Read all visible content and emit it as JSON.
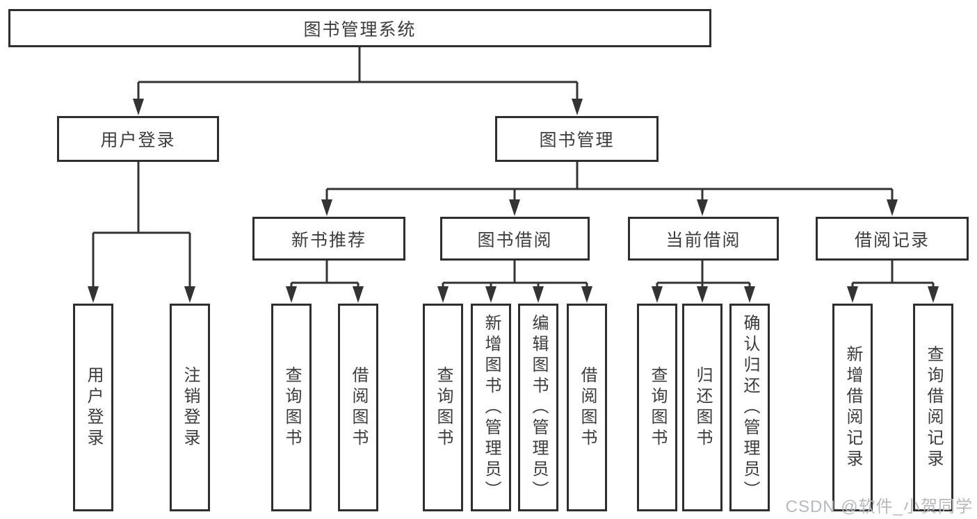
{
  "diagram": {
    "root": "图书管理系统",
    "level2": {
      "user_login": "用户登录",
      "book_management": "图书管理"
    },
    "level3": {
      "new_book_recommend": "新书推荐",
      "book_borrow": "图书借阅",
      "current_borrow": "当前借阅",
      "borrow_records": "借阅记录"
    },
    "leaves": {
      "user_login": [
        "用户登录",
        "注销登录"
      ],
      "new_book_recommend": [
        "查询图书",
        "借阅图书"
      ],
      "book_borrow": [
        "查询图书",
        "新增图书（管理员）",
        "编辑图书（管理员）",
        "借阅图书"
      ],
      "current_borrow": [
        "查询图书",
        "归还图书",
        "确认归还（管理员）"
      ],
      "borrow_records": [
        "新增借阅记录",
        "查询借阅记录"
      ]
    }
  },
  "colors": {
    "line": "#333333",
    "box_border": "#2e2e2e",
    "text": "#3c3c3c",
    "watermark": "#b5b9bf"
  },
  "watermark": "CSDN @软件_小贺同学"
}
